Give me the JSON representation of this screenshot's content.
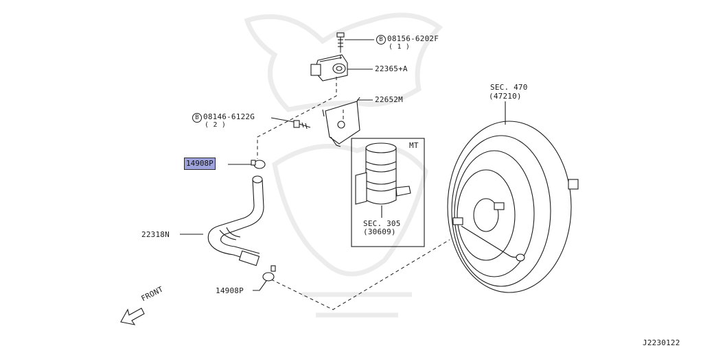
{
  "labels": {
    "bolt1_code": "08156-6202F",
    "bolt1_qty": "( 1 )",
    "bolt1_marker": "B",
    "sensor": "22365+A",
    "bracket": "22652M",
    "bolt2_code": "08146-6122G",
    "bolt2_qty": "( 2 )",
    "bolt2_marker": "B",
    "clamp_highlighted": "14908P",
    "hose": "22318N",
    "clamp_lower": "14908P",
    "booster_sec": "SEC. 470",
    "booster_part": "(47210)",
    "mt_box_title": "MT",
    "reservoir_sec": "SEC. 305",
    "reservoir_part": "(30609)",
    "front": "FRONT",
    "diagram_id": "J2230122"
  },
  "colors": {
    "line": "#1a1a1a",
    "highlight": "#9ea3dd",
    "watermark": "#ececec"
  }
}
